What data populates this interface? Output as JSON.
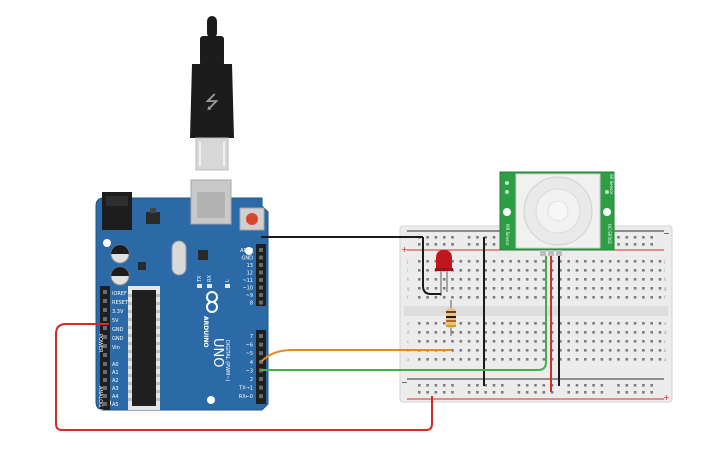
{
  "board": {
    "brand": "ARDUINO",
    "model": "UNO",
    "power_section": "POWER",
    "analog_section": "ANALOG IN",
    "digital_section": "DIGITAL (PWM~)",
    "tx_label": "TX",
    "rx_label": "RX",
    "l_label": "L",
    "power_pins": [
      "IOREF",
      "RESET",
      "3.3V",
      "5V",
      "GND",
      "GND",
      "Vin"
    ],
    "analog_pins": [
      "A0",
      "A1",
      "A2",
      "A3",
      "A4",
      "A5"
    ],
    "digital_top": [
      "AREF",
      "GND",
      "13",
      "12",
      "~11",
      "~10",
      "~9",
      "8"
    ],
    "digital_bottom": [
      "7",
      "~6",
      "~5",
      "4",
      "~3",
      "2",
      "TX→1",
      "RX←0"
    ]
  },
  "pir": {
    "left_text": "PIR Sensor",
    "right_text": "HC-SR501",
    "top_right_text": "SR Sensor"
  },
  "breadboard": {
    "rows_top": [
      "j",
      "i",
      "h",
      "g",
      "f"
    ],
    "rows_bottom": [
      "e",
      "d",
      "c",
      "b",
      "a"
    ],
    "plus_sign": "+",
    "minus_sign": "−"
  },
  "colors": {
    "board_blue": "#2b6aa6",
    "wire_black": "#1a1a1a",
    "wire_red": "#d42b2b",
    "wire_orange": "#e8871e",
    "wire_green": "#3cb44b",
    "pir_green": "#2e9e44",
    "led_red": "#c0161e"
  }
}
